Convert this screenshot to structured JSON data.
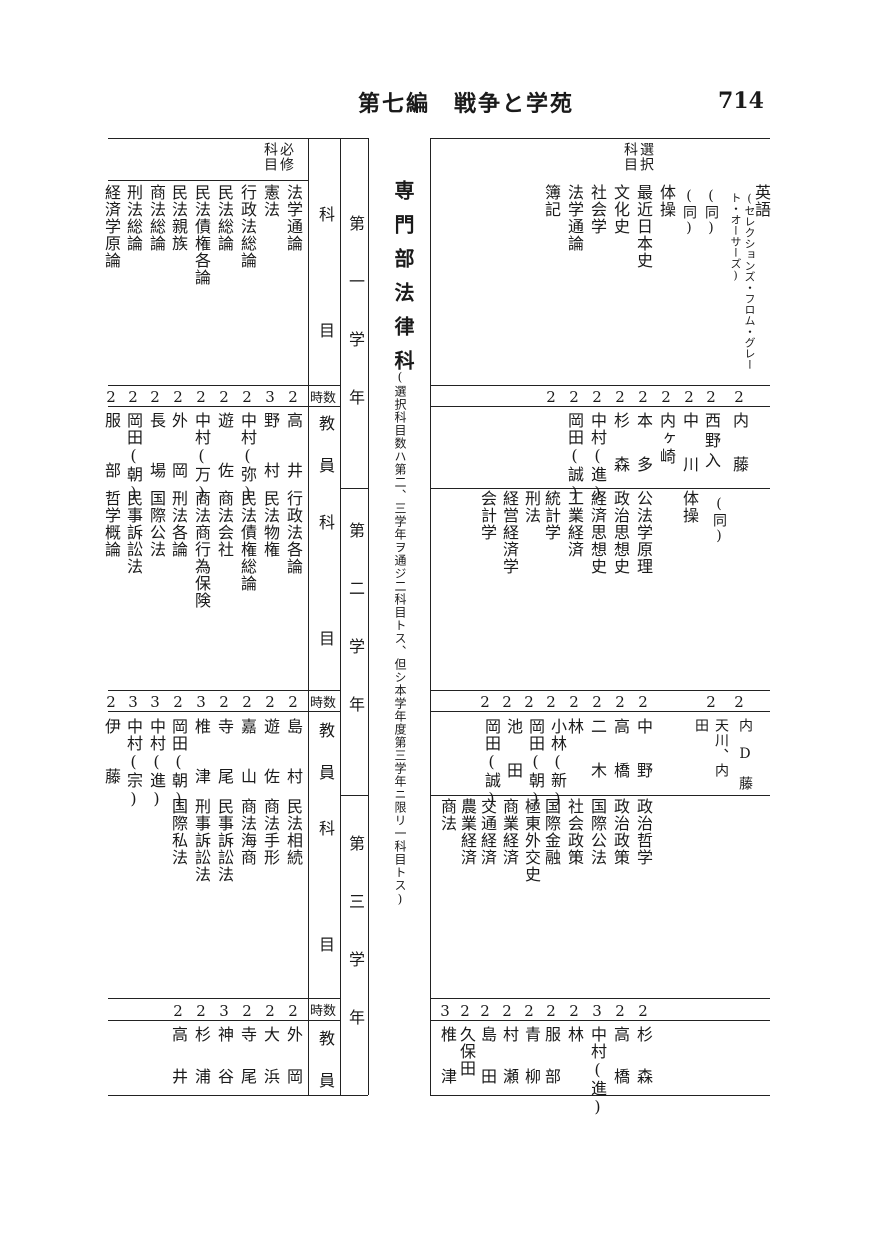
{
  "header": {
    "title": "第七編　戦争と学苑",
    "page": "714"
  },
  "department": {
    "title": "専門部法律科",
    "note": "(選択科目数ハ第二、三学年ヲ通ジ二科目トス、但シ本学年度第三学年ニ限リ一科目トス)"
  },
  "right_table": {
    "label": "選択科目",
    "top": {
      "subjects": [
        "英語",
        "(同)",
        "(同)",
        "体操",
        "最近日本史",
        "文化史",
        "社会学",
        "法学通論",
        "簿記"
      ],
      "english_note": "(セレクションズ・フロム・グレート・オーサーズ)",
      "hours": [
        "2",
        "2",
        "2",
        "2",
        "2",
        "2",
        "2",
        "2",
        "2"
      ],
      "teachers": [
        "内藤",
        "西野入",
        "中川",
        "内ヶ崎",
        "本多",
        "杉森",
        "中村(進)",
        "岡田(誠)"
      ]
    },
    "middle": {
      "subjects": [
        "(同)",
        "体操",
        "公法学原理",
        "政治思想史",
        "経済思想史",
        "工業経済",
        "統計学",
        "刑法",
        "経営経済学",
        "会計学"
      ],
      "hours": [
        "2",
        "2",
        "2",
        "2",
        "2",
        "2",
        "2",
        "2",
        "2",
        "2"
      ],
      "teachers": [
        "内D藤",
        "天川、内",
        "田",
        "中野",
        "高橋",
        "二木",
        "林",
        "小林(新)",
        "岡田(朝)",
        "池田",
        "岡田(誠)"
      ]
    },
    "bottom": {
      "subjects": [
        "政治哲学",
        "政治政策",
        "国際公法",
        "社会政策",
        "国際金融",
        "極東外交史",
        "商業経済",
        "交通経済",
        "農業経済",
        "商法"
      ],
      "hours": [
        "2",
        "2",
        "3",
        "2",
        "2",
        "2",
        "2",
        "2",
        "2",
        "3"
      ],
      "teachers": [
        "杉森",
        "高橋",
        "中村(進)",
        "林",
        "服部",
        "青柳",
        "村瀬",
        "島田",
        "久保田",
        "椎津"
      ]
    }
  },
  "left_table": {
    "label": "必修科目",
    "year_labels": {
      "y1": "第一学年",
      "y2": "第二学年",
      "y3": "第三学年"
    },
    "col_labels": {
      "subject": "科目",
      "hours": "時数",
      "teacher": "教員"
    },
    "y1": {
      "subjects": [
        "法学通論",
        "憲法",
        "行政法総論",
        "民法総論",
        "民法債権各論",
        "民法親族",
        "商法総論",
        "刑法総論",
        "経済学原論"
      ],
      "hours": [
        "2",
        "3",
        "2",
        "2",
        "2",
        "2",
        "2",
        "2",
        "2"
      ],
      "teachers": [
        "高井",
        "野村",
        "中村(弥)",
        "遊佐",
        "中村(万)",
        "外岡",
        "長場",
        "岡田(朝)",
        "服部"
      ]
    },
    "y2": {
      "subjects": [
        "行政法各論",
        "民法物権",
        "民法債権総論",
        "商法会社",
        "商法商行為保険",
        "刑法各論",
        "国際公法",
        "民事訴訟法",
        "哲学概論"
      ],
      "hours": [
        "2",
        "2",
        "2",
        "2",
        "3",
        "2",
        "3",
        "3",
        "2"
      ],
      "teachers": [
        "島村",
        "遊佐",
        "嘉山",
        "寺尾",
        "椎津",
        "岡田(朝)",
        "中村(進)",
        "中村(宗)",
        "伊藤"
      ]
    },
    "y3": {
      "subjects": [
        "民法相続",
        "商法手形",
        "商法海商",
        "民事訴訟法",
        "刑事訴訟法",
        "国際私法"
      ],
      "hours": [
        "2",
        "2",
        "2",
        "3",
        "2",
        "2"
      ],
      "teachers": [
        "外岡",
        "大浜",
        "寺尾",
        "神谷",
        "杉浦",
        "高井"
      ]
    }
  }
}
